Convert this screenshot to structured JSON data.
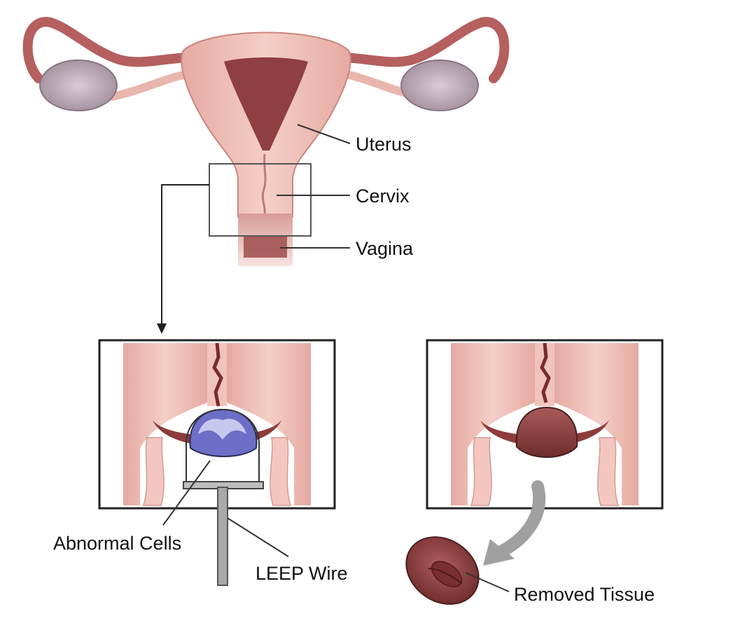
{
  "labels": {
    "uterus": "Uterus",
    "cervix": "Cervix",
    "vagina": "Vagina",
    "abnormal_cells": "Abnormal Cells",
    "leep_wire": "LEEP Wire",
    "removed_tissue": "Removed Tissue"
  },
  "colors": {
    "tissue_pink": "#ecbcb3",
    "tissue_light": "#f5d3cc",
    "muscle_dark": "#b05a5a",
    "cavity": "#8b3a3a",
    "ovary": "#b8a6b3",
    "abnormal_cells": "#6f6fc4",
    "removed_tissue": "#8a3d3d",
    "wire_gray": "#a9a9a9",
    "arrow_gray": "#a0a0a0"
  }
}
